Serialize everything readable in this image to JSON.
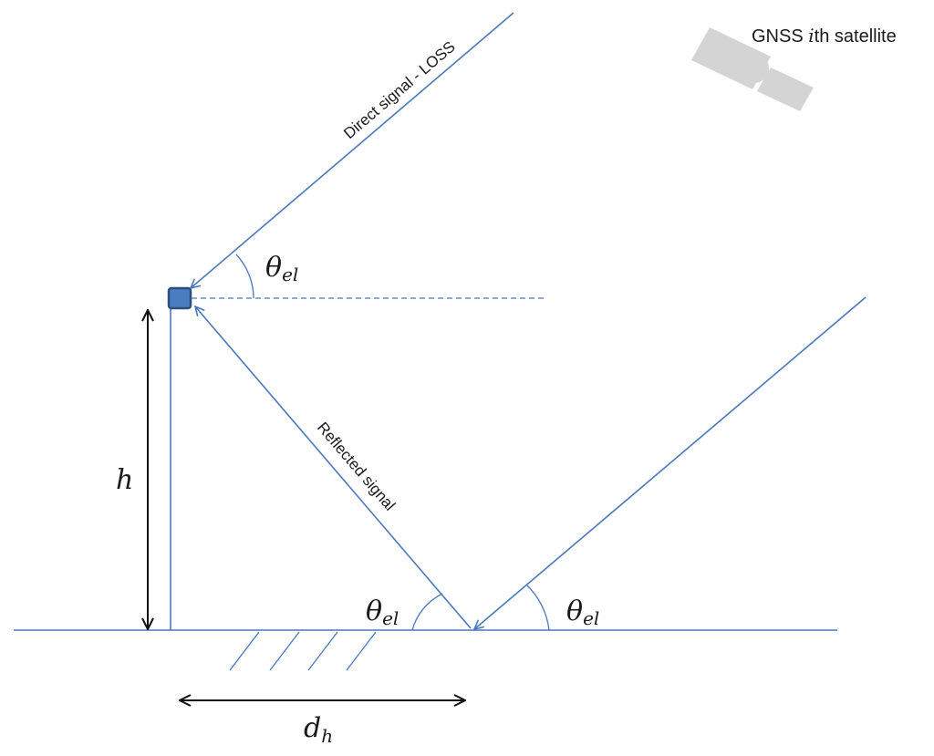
{
  "satellite": {
    "label_prefix": "GNSS ",
    "label_index": "i",
    "label_suffix": "th satellite",
    "icon": "satellite-icon"
  },
  "signals": {
    "direct": "Direct signal - LOSS",
    "reflected": "Reflected signal"
  },
  "symbols": {
    "theta": "θ",
    "el": "el",
    "h": "h",
    "d": "d",
    "d_sub": "h"
  },
  "colors": {
    "ray": "#4a78bd",
    "receiver_fill": "#4a7cc0",
    "receiver_border": "#2c4f80",
    "satellite": "#d4d4d4",
    "dimension": "#111111"
  }
}
